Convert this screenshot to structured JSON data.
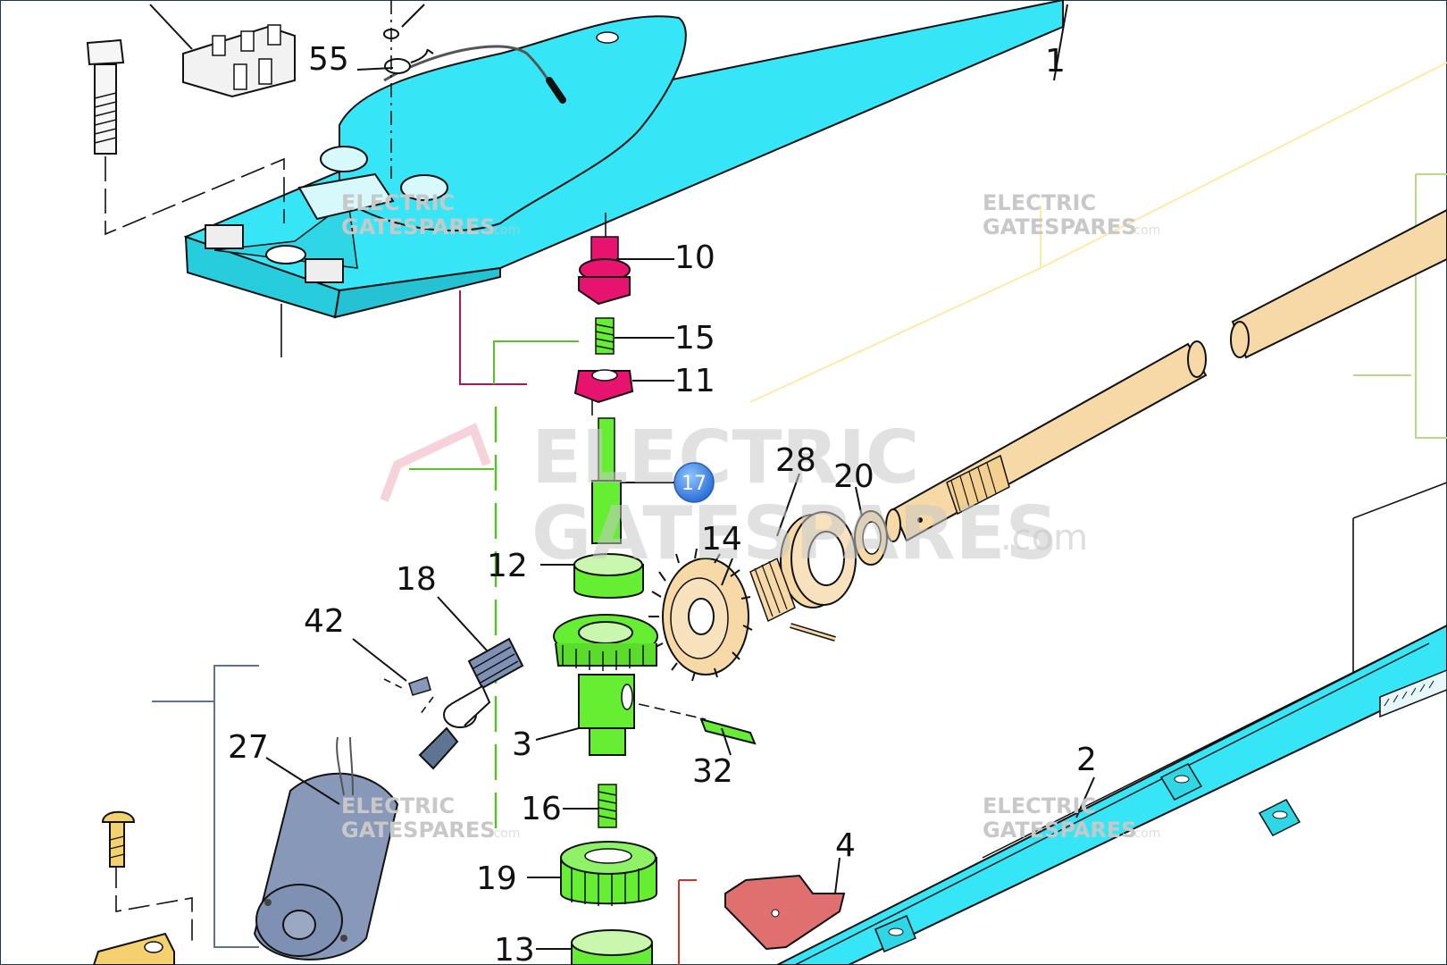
{
  "diagram": {
    "labels": [
      {
        "id": "1",
        "text": "1"
      },
      {
        "id": "2",
        "text": "2"
      },
      {
        "id": "3",
        "text": "3"
      },
      {
        "id": "4",
        "text": "4"
      },
      {
        "id": "10",
        "text": "10"
      },
      {
        "id": "11",
        "text": "11"
      },
      {
        "id": "12",
        "text": "12"
      },
      {
        "id": "13",
        "text": "13"
      },
      {
        "id": "14",
        "text": "14"
      },
      {
        "id": "15",
        "text": "15"
      },
      {
        "id": "16",
        "text": "16"
      },
      {
        "id": "18",
        "text": "18"
      },
      {
        "id": "19",
        "text": "19"
      },
      {
        "id": "20",
        "text": "20"
      },
      {
        "id": "27",
        "text": "27"
      },
      {
        "id": "28",
        "text": "28"
      },
      {
        "id": "32",
        "text": "32"
      },
      {
        "id": "42",
        "text": "42"
      },
      {
        "id": "55",
        "text": "55"
      }
    ],
    "hotspot_badge": "17"
  },
  "watermark": {
    "line1": "ELECTRIC",
    "line2": "GATESPARES",
    "suffix": ".com"
  },
  "colors": {
    "housing": "#36e6f6",
    "gear_green": "#66ee33",
    "magenta": "#e8126f",
    "shaft": "#f6d9a7",
    "motor": "#8898b8",
    "bracket": "#f5d06f",
    "red_plate": "#e06f6f",
    "badge": "#3f8ff0"
  }
}
